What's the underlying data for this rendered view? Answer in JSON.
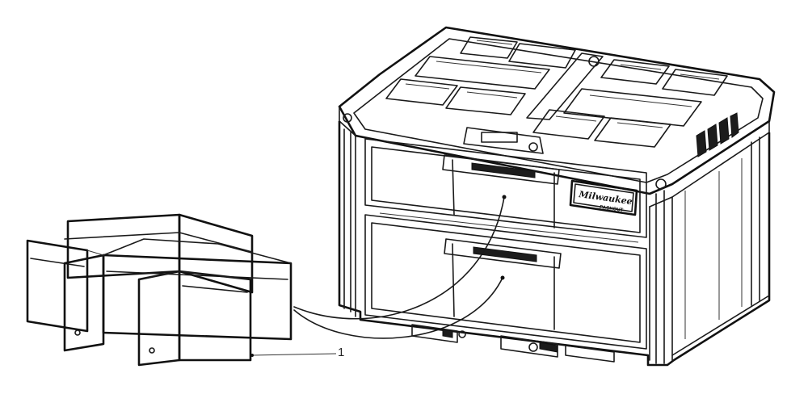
{
  "diagram": {
    "callouts": [
      {
        "number": "1",
        "part": "divider-insert"
      }
    ],
    "brand_badge": {
      "script_text": "Milwaukee",
      "sub_text": "PACKOUT"
    }
  }
}
